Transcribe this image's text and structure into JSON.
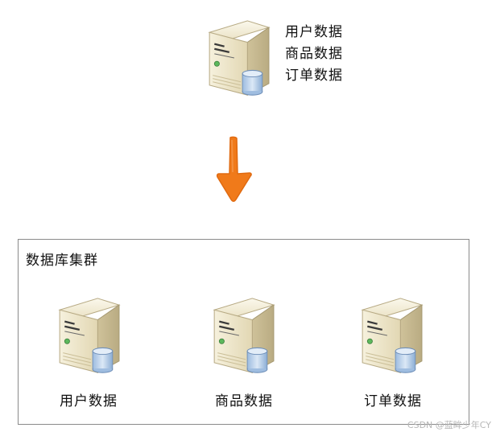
{
  "top_server": {
    "labels": [
      "用户数据",
      "商品数据",
      "订单数据"
    ]
  },
  "cluster": {
    "title": "数据库集群",
    "nodes": [
      {
        "label": "用户数据"
      },
      {
        "label": "商品数据"
      },
      {
        "label": "订单数据"
      }
    ]
  },
  "colors": {
    "arrow": "#f07a1a",
    "server_body": "#ece3c6",
    "cylinder": "#bfd4ec"
  },
  "watermark": "CSDN @蓝眸少年CY"
}
